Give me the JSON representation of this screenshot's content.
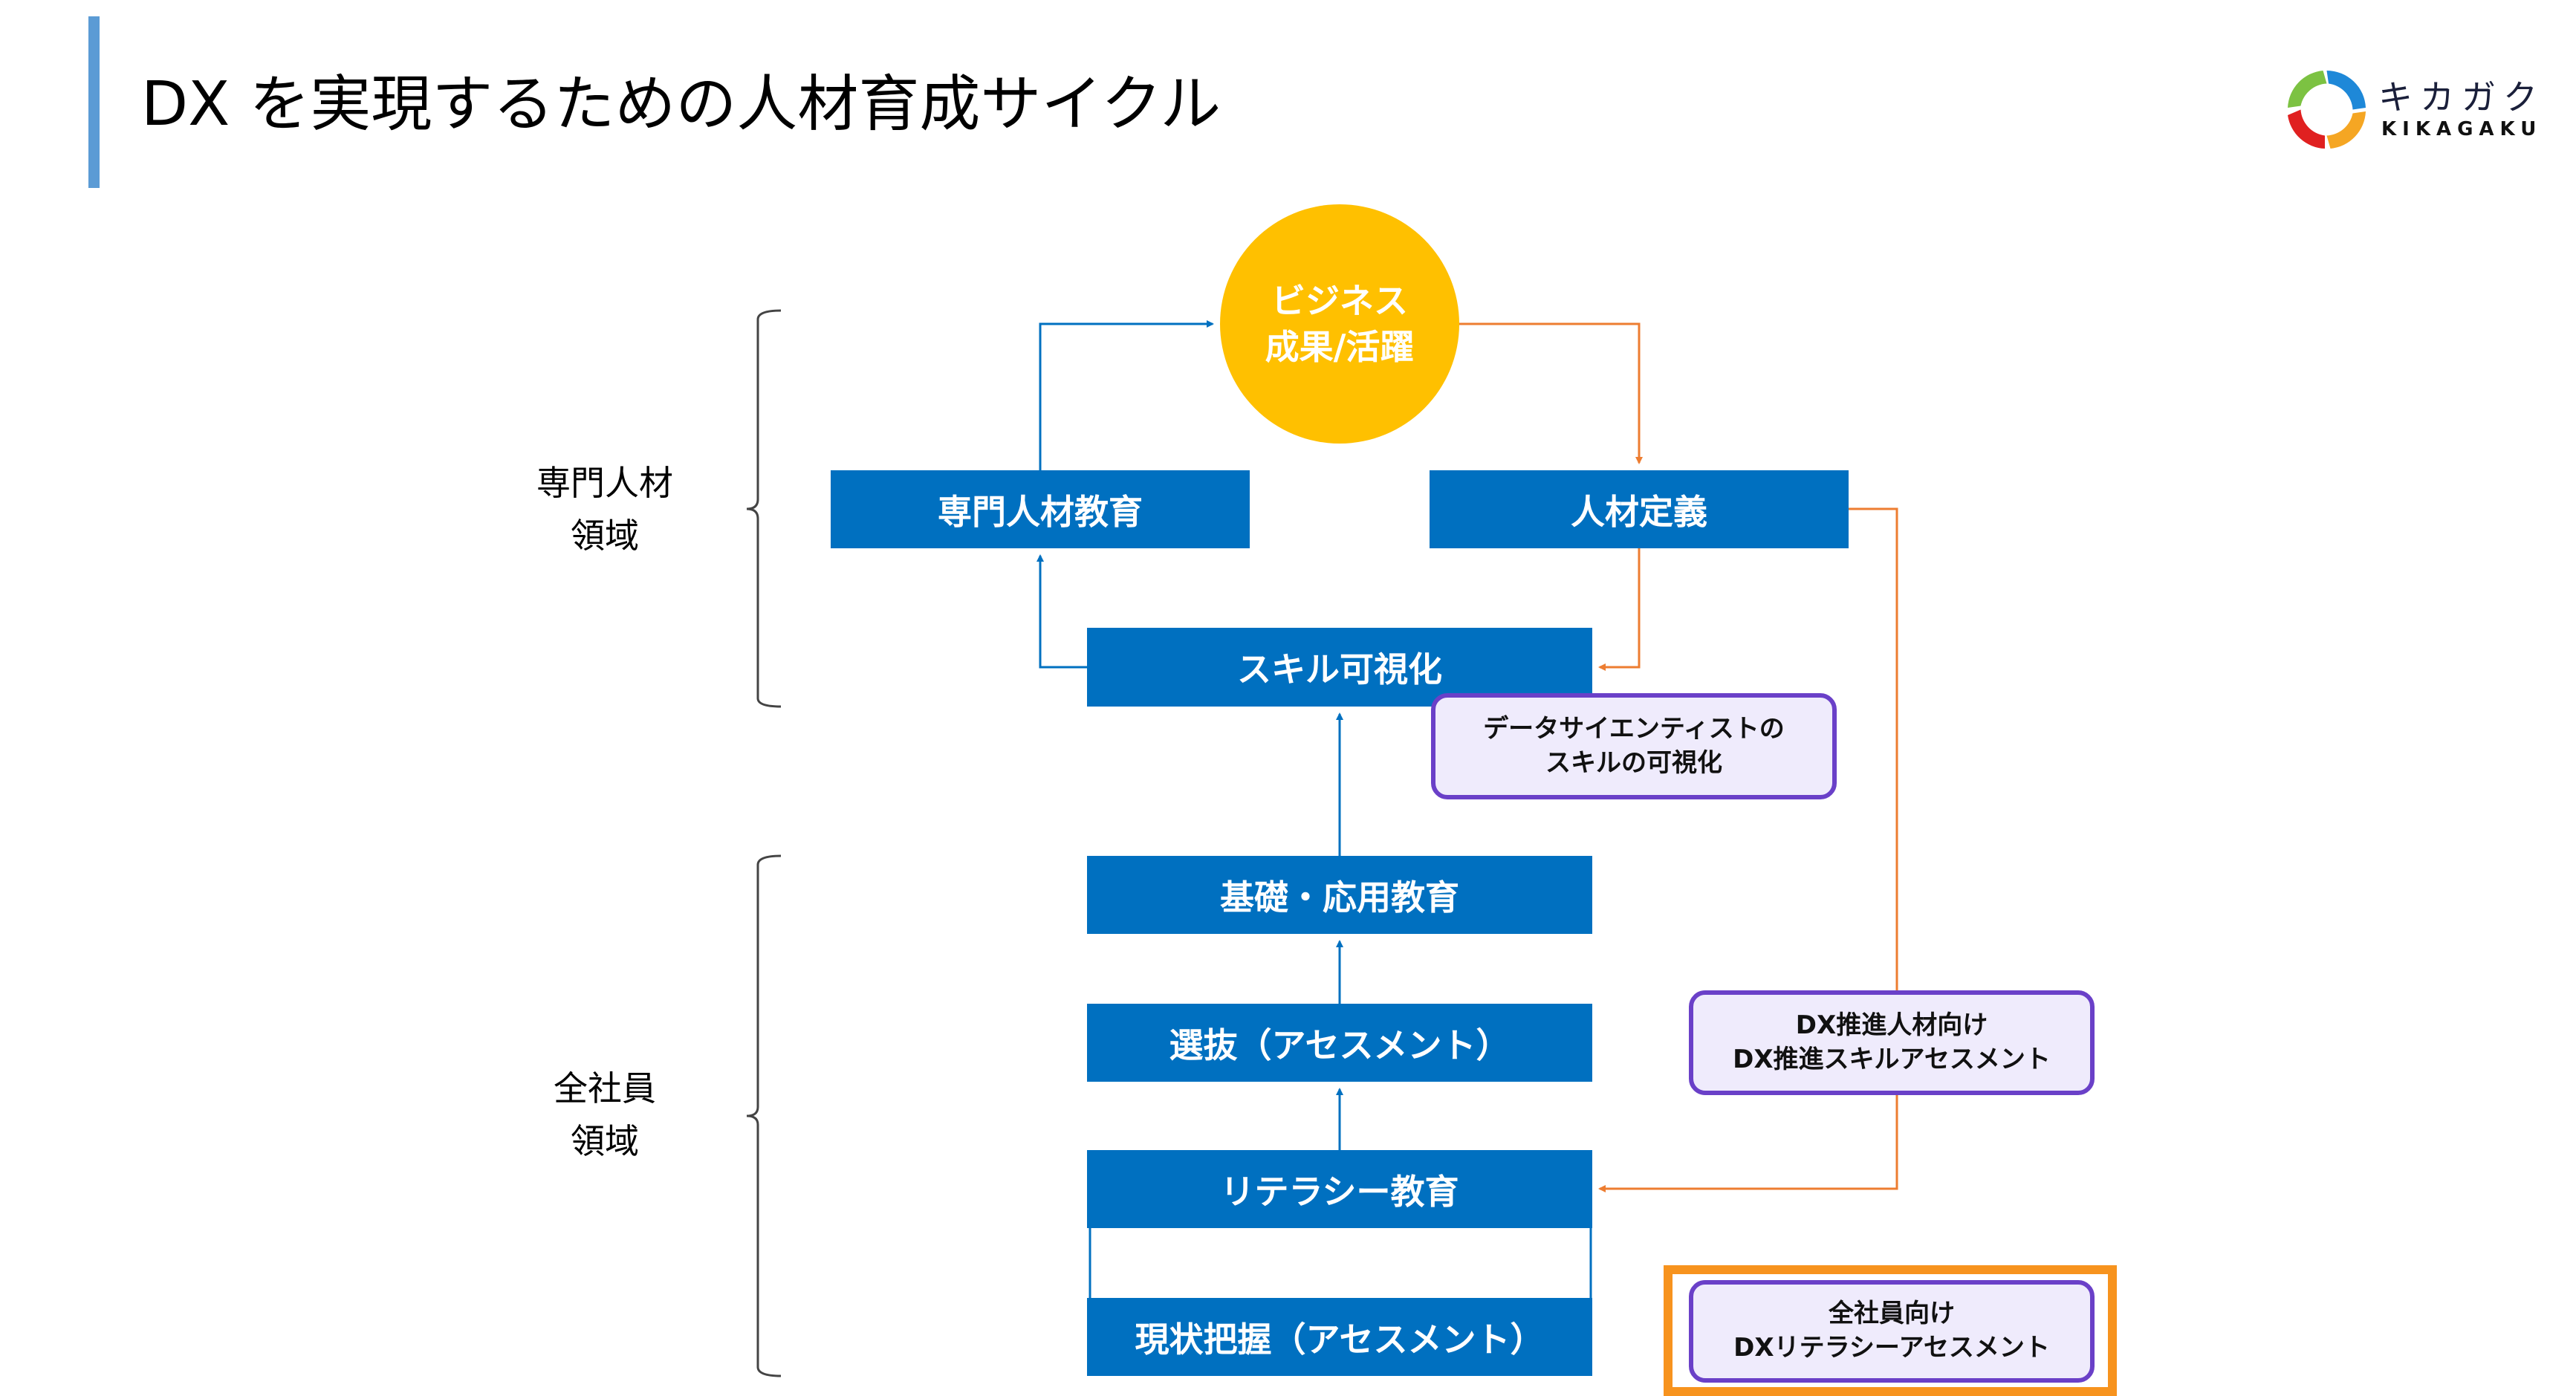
{
  "title": "DX を実現するための人材育成サイクル",
  "logo": {
    "jp": "キカガク",
    "en": "KIKAGAKU",
    "icon": "swirl-logo-icon"
  },
  "colors": {
    "box": "#0070c0",
    "goal": "#ffc000",
    "arrow_up": "#0070c0",
    "arrow_feedback": "#ed7d31",
    "note_border": "#6a40c8",
    "note_fill": "#efebfc",
    "highlight": "#f7931e",
    "title_bar": "#5b9bd5"
  },
  "sections": [
    {
      "line1": "専門人材",
      "line2": "領域"
    },
    {
      "line1": "全社員",
      "line2": "領域"
    }
  ],
  "goal": {
    "line1": "ビジネス",
    "line2": "成果/活躍"
  },
  "boxes": {
    "specialist_education": "専門人材教育",
    "talent_definition": "人材定義",
    "skill_visualization": "スキル可視化",
    "basic_applied_education": "基礎・応用教育",
    "selection": "選抜（アセスメント）",
    "literacy_education": "リテラシー教育",
    "current_assessment": "現状把握（アセスメント）"
  },
  "notes": {
    "data_scientist": {
      "line1": "データサイエンティストの",
      "line2": "スキルの可視化"
    },
    "dx_promotion": {
      "line1": "DX推進人材向け",
      "line2": "DX推進スキルアセスメント"
    },
    "all_employee": {
      "line1": "全社員向け",
      "line2": "DXリテラシーアセスメント"
    }
  }
}
